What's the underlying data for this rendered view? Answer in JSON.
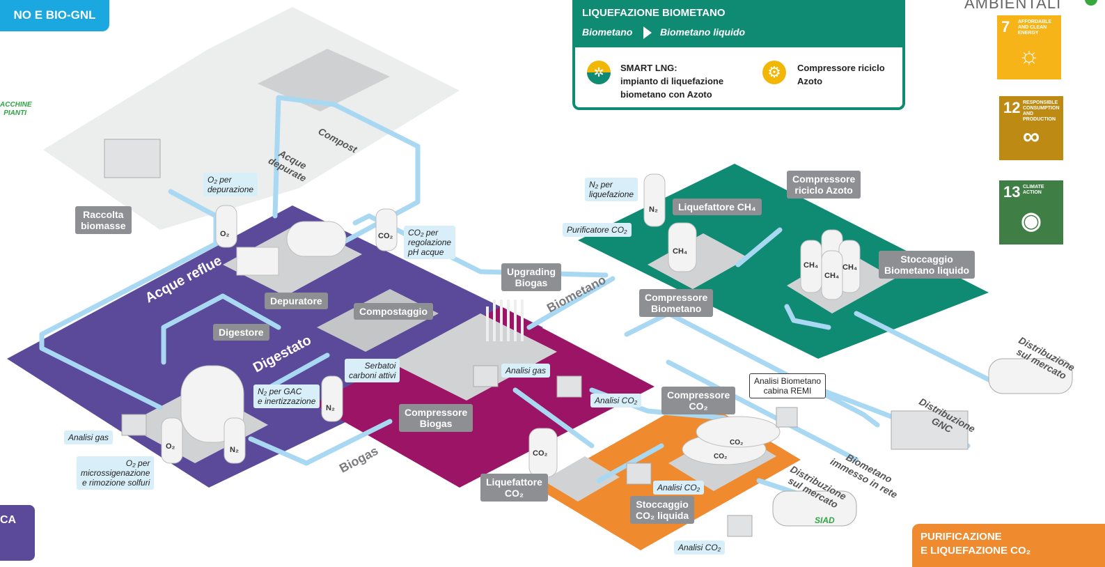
{
  "header": {
    "top_left_banner": "NO E BIO-GNL",
    "top_right_text": "AMBIENTALI",
    "left_green_text": "ACCHINE\nPIANTI",
    "bottom_left_box": "CA"
  },
  "liquefaction_panel": {
    "title": "LIQUEFAZIONE BIOMETANO",
    "subtitle_from": "Biometano",
    "subtitle_to": "Biometano liquido",
    "legend": [
      {
        "icon": "snowflake-icon",
        "text_line1": "SMART LNG:",
        "text_line2": "impianto di liquefazione",
        "text_line3": "biometano con Azoto"
      },
      {
        "icon": "gear-icon",
        "text_line1": "Compressore riciclo",
        "text_line2": "Azoto",
        "text_line3": ""
      }
    ],
    "colors": {
      "header": "#0f8b74",
      "border": "#0f8b74",
      "icon_bg": "#f2b705"
    }
  },
  "sdgs": [
    {
      "number": "7",
      "text": "AFFORDABLE AND CLEAN ENERGY",
      "color": "#f7b418",
      "icon": "sun-power-icon"
    },
    {
      "number": "12",
      "text": "RESPONSIBLE CONSUMPTION AND PRODUCTION",
      "color": "#bd8b13",
      "icon": "infinity-icon"
    },
    {
      "number": "13",
      "text": "CLIMATE ACTION",
      "color": "#3f7e44",
      "icon": "earth-eye-icon"
    }
  ],
  "callouts": {
    "raccolta": "Raccolta\nbiomasse",
    "depuratore": "Depuratore",
    "compostaggio": "Compostaggio",
    "digestore": "Digestore",
    "upgrading": "Upgrading\nBiogas",
    "compressore_biogas": "Compressore\nBiogas",
    "liquefattore_ch4": "Liquefattore CH₄",
    "compressore_riciclo": "Compressore\nriciclo Azoto",
    "compressore_biometano": "Compressore\nBiometano",
    "stoccaggio_bl": "Stoccaggio\nBiometano liquido",
    "compressore_co2": "Compressore\nCO₂",
    "liquefattore_co2": "Liquefattore\nCO₂",
    "stoccaggio_co2": "Stoccaggio\nCO₂ liquida"
  },
  "bubbles": {
    "o2_depurazione": "O₂ per\ndepurazione",
    "co2_regolazione": "CO₂ per\nregolazione\npH acque",
    "n2_liquefazione": "N₂ per\nliquefazione",
    "purificatore": "Purificatore CO₂",
    "serbatoi": "Serbatoi\ncarboni attivi",
    "n2_gac": "N₂ per GAC\ne inertizzazione",
    "analisi_gas_left": "Analisi gas",
    "o2_micro": "O₂ per\nmicrossigenazione\ne rimozione solfuri",
    "analisi_gas_mid": "Analisi gas",
    "analisi_co2_a": "Analisi CO₂",
    "analisi_co2_b": "Analisi CO₂",
    "analisi_co2_c": "Analisi CO₂",
    "analisi_biometano": "Analisi Biometano\ncabina REMI"
  },
  "flow_labels": {
    "acque_reflue": "Acque reflue",
    "digestato": "Digestato",
    "biogas": "Biogas",
    "biometano": "Biometano",
    "compost": "Compost",
    "acque_depurate": "Acque\ndepurate",
    "distribuzione_1": "Distribuzione\nsul mercato",
    "distribuzione_gnc": "Distribuzione\nGNC",
    "biometano_rete": "Biometano\nimmesso in rete",
    "distribuzione_2": "Distribuzione\nsul mercato"
  },
  "co2_panel": {
    "title_line1": "PURIFICAZIONE",
    "title_line2": "E LIQUEFAZIONE CO₂"
  },
  "tank_labels": {
    "o2": "O₂",
    "co2": "CO₂",
    "n2": "N₂",
    "ch4": "CH₄",
    "siad": "SIAD"
  },
  "colors": {
    "purple": "#5b4a9a",
    "magenta": "#9b1466",
    "teal": "#0f8b74",
    "orange": "#ef8a2e",
    "pipe": "#a9d8f2",
    "callout": "#8e8f92",
    "banner": "#1ba7e0"
  }
}
